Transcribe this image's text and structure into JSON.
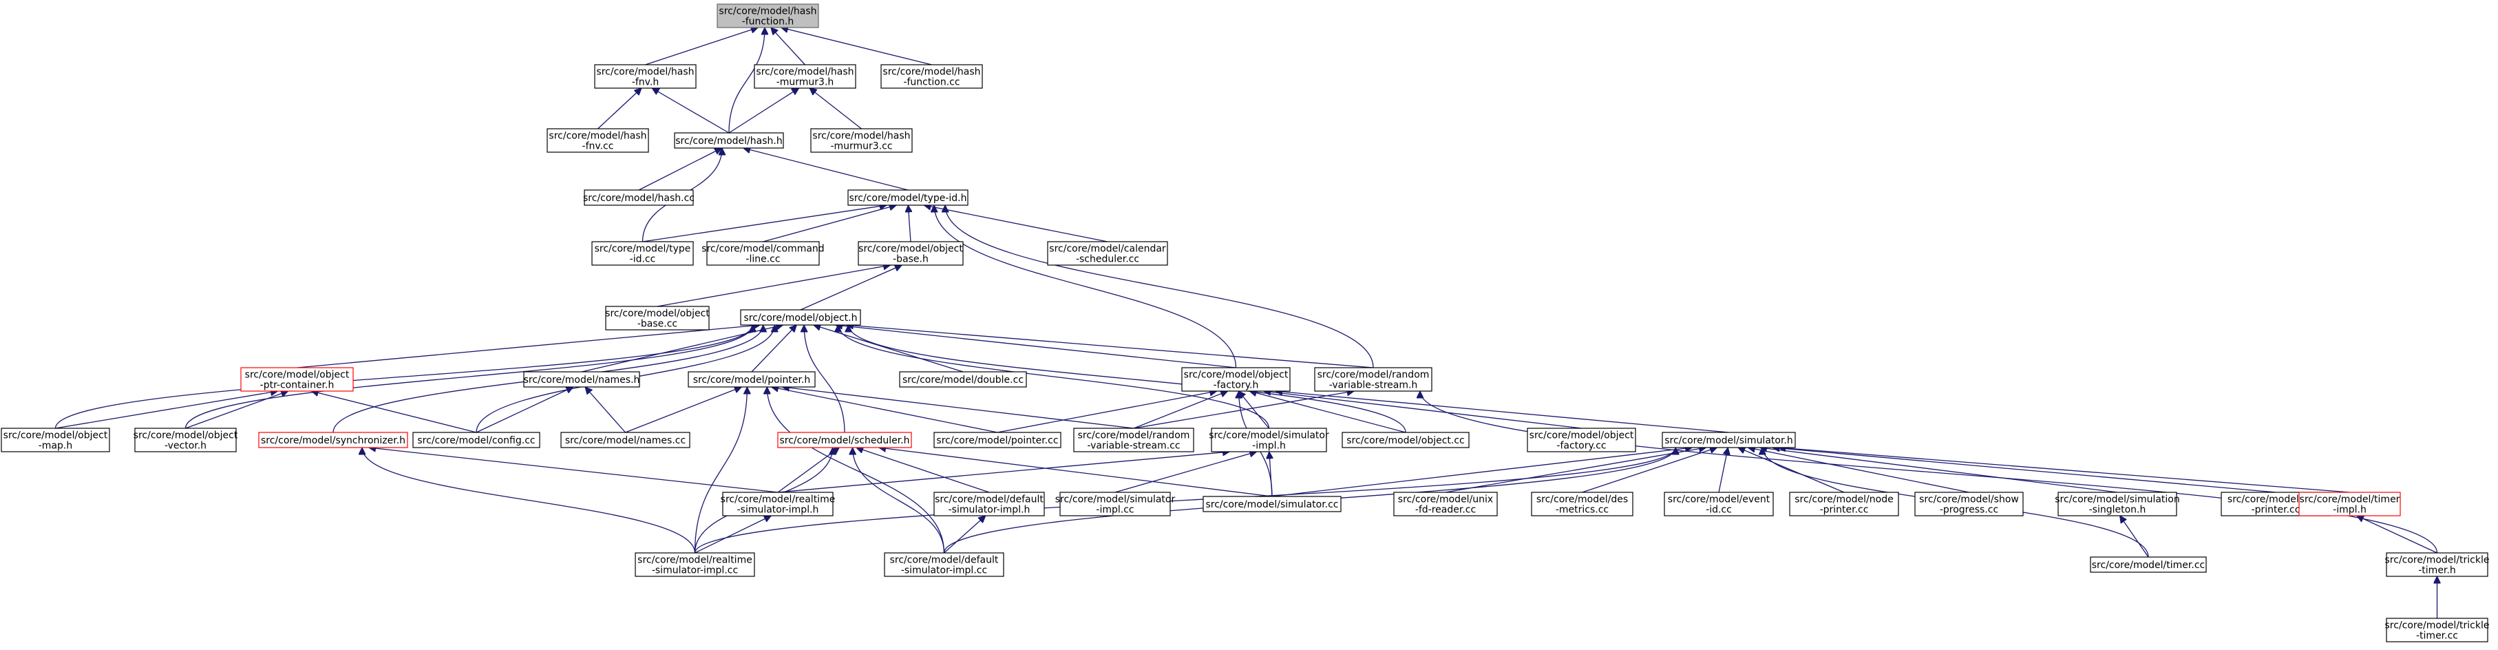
{
  "graph": {
    "title": "",
    "nodes": [
      {
        "id": "hash_function_h",
        "lines": [
          "src/core/model/hash",
          "-function.h"
        ],
        "focus": true
      },
      {
        "id": "hash_fnv_h",
        "lines": [
          "src/core/model/hash",
          "-fnv.h"
        ]
      },
      {
        "id": "hash_murmur3_h",
        "lines": [
          "src/core/model/hash",
          "-murmur3.h"
        ]
      },
      {
        "id": "hash_function_cc",
        "lines": [
          "src/core/model/hash",
          "-function.cc"
        ]
      },
      {
        "id": "hash_fnv_cc",
        "lines": [
          "src/core/model/hash",
          "-fnv.cc"
        ]
      },
      {
        "id": "hash_h",
        "lines": [
          "src/core/model/hash.h"
        ]
      },
      {
        "id": "hash_murmur3_cc",
        "lines": [
          "src/core/model/hash",
          "-murmur3.cc"
        ]
      },
      {
        "id": "hash_cc",
        "lines": [
          "src/core/model/hash.cc"
        ]
      },
      {
        "id": "type_id_h",
        "lines": [
          "src/core/model/type-id.h"
        ]
      },
      {
        "id": "type_id_cc",
        "lines": [
          "src/core/model/type",
          "-id.cc"
        ]
      },
      {
        "id": "command_line_cc",
        "lines": [
          "src/core/model/command",
          "-line.cc"
        ]
      },
      {
        "id": "object_base_h",
        "lines": [
          "src/core/model/object",
          "-base.h"
        ]
      },
      {
        "id": "calendar_scheduler_cc",
        "lines": [
          "src/core/model/calendar",
          "-scheduler.cc"
        ]
      },
      {
        "id": "object_base_cc",
        "lines": [
          "src/core/model/object",
          "-base.cc"
        ]
      },
      {
        "id": "object_h",
        "lines": [
          "src/core/model/object.h"
        ]
      },
      {
        "id": "object_ptr_container_h",
        "lines": [
          "src/core/model/object",
          "-ptr-container.h"
        ],
        "truncated": true
      },
      {
        "id": "names_h",
        "lines": [
          "src/core/model/names.h"
        ]
      },
      {
        "id": "pointer_h",
        "lines": [
          "src/core/model/pointer.h"
        ]
      },
      {
        "id": "double_cc",
        "lines": [
          "src/core/model/double.cc"
        ]
      },
      {
        "id": "object_factory_h",
        "lines": [
          "src/core/model/object",
          "-factory.h"
        ]
      },
      {
        "id": "random_variable_stream_h",
        "lines": [
          "src/core/model/random",
          "-variable-stream.h"
        ]
      },
      {
        "id": "object_map_h",
        "lines": [
          "src/core/model/object",
          "-map.h"
        ]
      },
      {
        "id": "object_vector_h",
        "lines": [
          "src/core/model/object",
          "-vector.h"
        ]
      },
      {
        "id": "synchronizer_h",
        "lines": [
          "src/core/model/synchronizer.h"
        ],
        "truncated": true
      },
      {
        "id": "config_cc",
        "lines": [
          "src/core/model/config.cc"
        ]
      },
      {
        "id": "names_cc",
        "lines": [
          "src/core/model/names.cc"
        ]
      },
      {
        "id": "scheduler_h",
        "lines": [
          "src/core/model/scheduler.h"
        ],
        "truncated": true
      },
      {
        "id": "pointer_cc",
        "lines": [
          "src/core/model/pointer.cc"
        ]
      },
      {
        "id": "random_variable_stream_cc",
        "lines": [
          "src/core/model/random",
          "-variable-stream.cc"
        ]
      },
      {
        "id": "simulator_impl_h",
        "lines": [
          "src/core/model/simulator",
          "-impl.h"
        ]
      },
      {
        "id": "object_cc",
        "lines": [
          "src/core/model/object.cc"
        ]
      },
      {
        "id": "object_factory_cc",
        "lines": [
          "src/core/model/object",
          "-factory.cc"
        ]
      },
      {
        "id": "simulator_h",
        "lines": [
          "src/core/model/simulator.h"
        ]
      },
      {
        "id": "realtime_simulator_impl_h",
        "lines": [
          "src/core/model/realtime",
          "-simulator-impl.h"
        ]
      },
      {
        "id": "default_simulator_impl_h",
        "lines": [
          "src/core/model/default",
          "-simulator-impl.h"
        ]
      },
      {
        "id": "simulator_impl_cc",
        "lines": [
          "src/core/model/simulator",
          "-impl.cc"
        ]
      },
      {
        "id": "simulator_cc",
        "lines": [
          "src/core/model/simulator.cc"
        ]
      },
      {
        "id": "unix_fd_reader_cc",
        "lines": [
          "src/core/model/unix",
          "-fd-reader.cc"
        ]
      },
      {
        "id": "des_metrics_cc",
        "lines": [
          "src/core/model/des",
          "-metrics.cc"
        ]
      },
      {
        "id": "event_id_cc",
        "lines": [
          "src/core/model/event",
          "-id.cc"
        ]
      },
      {
        "id": "node_printer_cc",
        "lines": [
          "src/core/model/node",
          "-printer.cc"
        ]
      },
      {
        "id": "show_progress_cc",
        "lines": [
          "src/core/model/show",
          "-progress.cc"
        ]
      },
      {
        "id": "simulation_singleton_h",
        "lines": [
          "src/core/model/simulation",
          "-singleton.h"
        ]
      },
      {
        "id": "time_printer_cc",
        "lines": [
          "src/core/model/time",
          "-printer.cc"
        ]
      },
      {
        "id": "timer_impl_h",
        "lines": [
          "src/core/model/timer",
          "-impl.h"
        ],
        "truncated": true
      },
      {
        "id": "realtime_simulator_impl_cc",
        "lines": [
          "src/core/model/realtime",
          "-simulator-impl.cc"
        ]
      },
      {
        "id": "default_simulator_impl_cc",
        "lines": [
          "src/core/model/default",
          "-simulator-impl.cc"
        ]
      },
      {
        "id": "timer_cc",
        "lines": [
          "src/core/model/timer.cc"
        ]
      },
      {
        "id": "trickle_timer_h",
        "lines": [
          "src/core/model/trickle",
          "-timer.h"
        ]
      },
      {
        "id": "trickle_timer_cc",
        "lines": [
          "src/core/model/trickle",
          "-timer.cc"
        ]
      }
    ],
    "edges": [
      [
        "hash_function_h",
        "hash_fnv_h"
      ],
      [
        "hash_function_h",
        "hash_h"
      ],
      [
        "hash_function_h",
        "hash_murmur3_h"
      ],
      [
        "hash_function_h",
        "hash_function_cc"
      ],
      [
        "hash_fnv_h",
        "hash_fnv_cc"
      ],
      [
        "hash_fnv_h",
        "hash_h"
      ],
      [
        "hash_murmur3_h",
        "hash_h"
      ],
      [
        "hash_murmur3_h",
        "hash_murmur3_cc"
      ],
      [
        "hash_h",
        "hash_cc"
      ],
      [
        "hash_h",
        "type_id_cc"
      ],
      [
        "hash_h",
        "type_id_h"
      ],
      [
        "type_id_h",
        "type_id_cc"
      ],
      [
        "type_id_h",
        "command_line_cc"
      ],
      [
        "type_id_h",
        "object_base_h"
      ],
      [
        "type_id_h",
        "calendar_scheduler_cc"
      ],
      [
        "type_id_h",
        "object_factory_h"
      ],
      [
        "type_id_h",
        "random_variable_stream_h"
      ],
      [
        "object_base_h",
        "object_base_cc"
      ],
      [
        "object_base_h",
        "object_h"
      ],
      [
        "object_h",
        "object_ptr_container_h"
      ],
      [
        "object_h",
        "names_h"
      ],
      [
        "object_h",
        "pointer_h"
      ],
      [
        "object_h",
        "double_cc"
      ],
      [
        "object_h",
        "object_factory_h"
      ],
      [
        "object_h",
        "random_variable_stream_h"
      ],
      [
        "object_h",
        "object_map_h"
      ],
      [
        "object_h",
        "object_vector_h"
      ],
      [
        "object_h",
        "synchronizer_h"
      ],
      [
        "object_h",
        "config_cc"
      ],
      [
        "object_h",
        "scheduler_h"
      ],
      [
        "object_h",
        "simulator_impl_h"
      ],
      [
        "object_h",
        "object_cc"
      ],
      [
        "object_ptr_container_h",
        "object_map_h"
      ],
      [
        "object_ptr_container_h",
        "object_vector_h"
      ],
      [
        "object_ptr_container_h",
        "config_cc"
      ],
      [
        "names_h",
        "config_cc"
      ],
      [
        "names_h",
        "names_cc"
      ],
      [
        "pointer_h",
        "names_cc"
      ],
      [
        "pointer_h",
        "pointer_cc"
      ],
      [
        "pointer_h",
        "random_variable_stream_cc"
      ],
      [
        "pointer_h",
        "realtime_simulator_impl_cc"
      ],
      [
        "pointer_h",
        "default_simulator_impl_cc"
      ],
      [
        "object_factory_h",
        "random_variable_stream_cc"
      ],
      [
        "object_factory_h",
        "pointer_cc"
      ],
      [
        "object_factory_h",
        "simulator_impl_h"
      ],
      [
        "object_factory_h",
        "object_cc"
      ],
      [
        "object_factory_h",
        "object_factory_cc"
      ],
      [
        "object_factory_h",
        "simulator_h"
      ],
      [
        "object_factory_h",
        "simulator_cc"
      ],
      [
        "random_variable_stream_h",
        "random_variable_stream_cc"
      ],
      [
        "random_variable_stream_h",
        "trickle_timer_h"
      ],
      [
        "synchronizer_h",
        "realtime_simulator_impl_h"
      ],
      [
        "synchronizer_h",
        "realtime_simulator_impl_cc"
      ],
      [
        "scheduler_h",
        "realtime_simulator_impl_h"
      ],
      [
        "scheduler_h",
        "default_simulator_impl_h"
      ],
      [
        "scheduler_h",
        "simulator_cc"
      ],
      [
        "scheduler_h",
        "realtime_simulator_impl_cc"
      ],
      [
        "scheduler_h",
        "default_simulator_impl_cc"
      ],
      [
        "simulator_impl_h",
        "realtime_simulator_impl_h"
      ],
      [
        "simulator_impl_h",
        "simulator_impl_cc"
      ],
      [
        "simulator_impl_h",
        "simulator_cc"
      ],
      [
        "simulator_h",
        "simulator_cc"
      ],
      [
        "simulator_h",
        "unix_fd_reader_cc"
      ],
      [
        "simulator_h",
        "des_metrics_cc"
      ],
      [
        "simulator_h",
        "event_id_cc"
      ],
      [
        "simulator_h",
        "node_printer_cc"
      ],
      [
        "simulator_h",
        "show_progress_cc"
      ],
      [
        "simulator_h",
        "simulation_singleton_h"
      ],
      [
        "simulator_h",
        "time_printer_cc"
      ],
      [
        "simulator_h",
        "timer_impl_h"
      ],
      [
        "simulator_h",
        "timer_cc"
      ],
      [
        "simulator_h",
        "realtime_simulator_impl_cc"
      ],
      [
        "simulator_h",
        "default_simulator_impl_cc"
      ],
      [
        "realtime_simulator_impl_h",
        "realtime_simulator_impl_cc"
      ],
      [
        "default_simulator_impl_h",
        "default_simulator_impl_cc"
      ],
      [
        "simulation_singleton_h",
        "timer_cc"
      ],
      [
        "timer_impl_h",
        "trickle_timer_h"
      ],
      [
        "trickle_timer_h",
        "trickle_timer_cc"
      ]
    ],
    "colors": {
      "edge": "#191970",
      "node_border": "#000000",
      "focus_fill": "#bfbfbf",
      "focus_border": "#666666",
      "truncated_border": "#ff0000",
      "text": "#000000"
    }
  }
}
